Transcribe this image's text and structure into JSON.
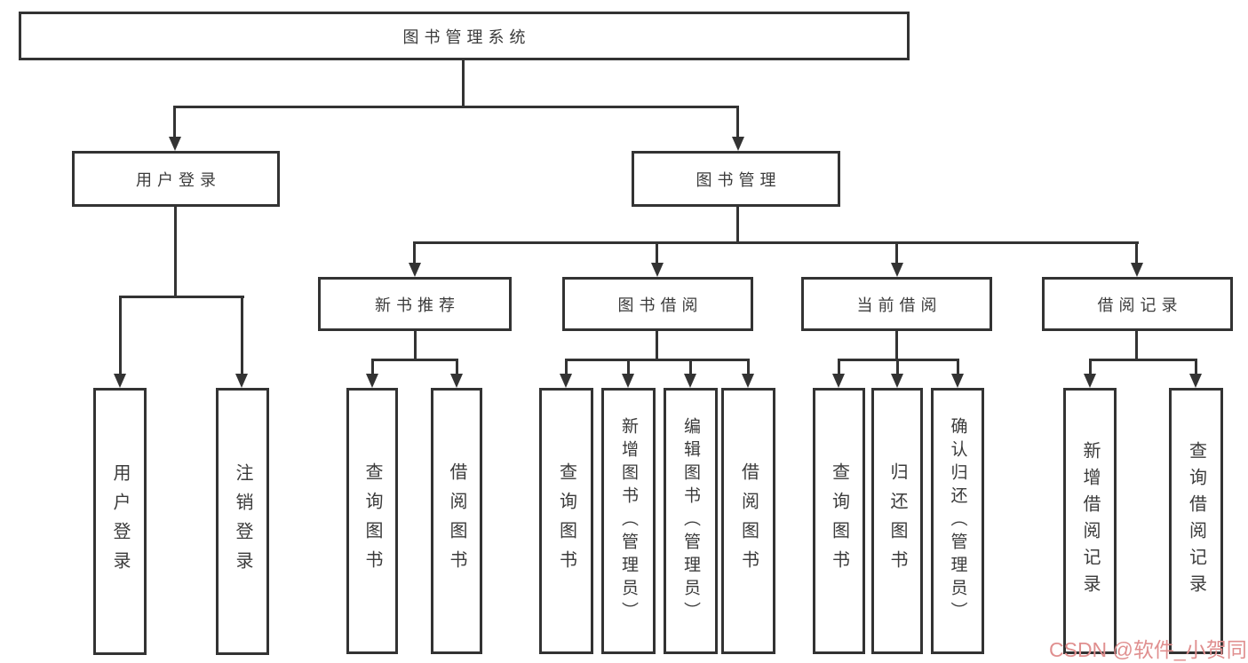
{
  "colors": {
    "line": "#333333",
    "box_border": "#333333",
    "text": "#3b3b3b",
    "background": "#ffffff",
    "watermark": "#e08f8f"
  },
  "watermark": {
    "text": "CSDN @软件_小贺同学"
  },
  "tree": {
    "root": {
      "label": "图书管理系统",
      "children": [
        {
          "label": "用户登录",
          "children": [
            {
              "label": "用户登录"
            },
            {
              "label": "注销登录"
            }
          ]
        },
        {
          "label": "图书管理",
          "children": [
            {
              "label": "新书推荐",
              "children": [
                {
                  "label": "查询图书"
                },
                {
                  "label": "借阅图书"
                }
              ]
            },
            {
              "label": "图书借阅",
              "children": [
                {
                  "label": "查询图书"
                },
                {
                  "label": "新增图书（管理员）"
                },
                {
                  "label": "编辑图书（管理员）"
                },
                {
                  "label": "借阅图书"
                }
              ]
            },
            {
              "label": "当前借阅",
              "children": [
                {
                  "label": "查询图书"
                },
                {
                  "label": "归还图书"
                },
                {
                  "label": "确认归还（管理员）"
                }
              ]
            },
            {
              "label": "借阅记录",
              "children": [
                {
                  "label": "新增借阅记录"
                },
                {
                  "label": "查询借阅记录"
                }
              ]
            }
          ]
        }
      ]
    }
  }
}
